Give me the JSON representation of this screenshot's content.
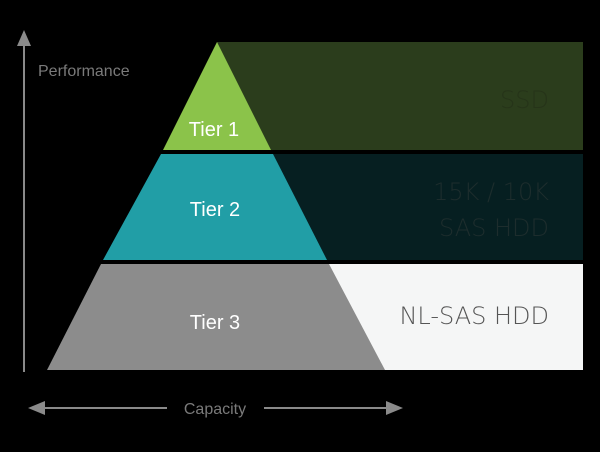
{
  "diagram": {
    "title": "Storage tiering pyramid",
    "axes": {
      "vertical_label": "Performance",
      "horizontal_label": "Capacity",
      "color": "#8a8a8a"
    },
    "tiers": [
      {
        "name": "Tier 1",
        "media": [
          "SSD"
        ],
        "tier_color": "#8bc34a",
        "band_color": "#2b3d1c",
        "media_text_color": "#263419"
      },
      {
        "name": "Tier 2",
        "media": [
          "15K / 10K",
          "SAS HDD"
        ],
        "tier_color": "#219ea6",
        "band_color": "#061f21",
        "media_text_color": "#1d2d2d"
      },
      {
        "name": "Tier 3",
        "media": [
          "NL-SAS HDD"
        ],
        "tier_color": "#8c8c8c",
        "band_color": "#f5f6f6",
        "media_text_color": "#555555"
      }
    ]
  }
}
